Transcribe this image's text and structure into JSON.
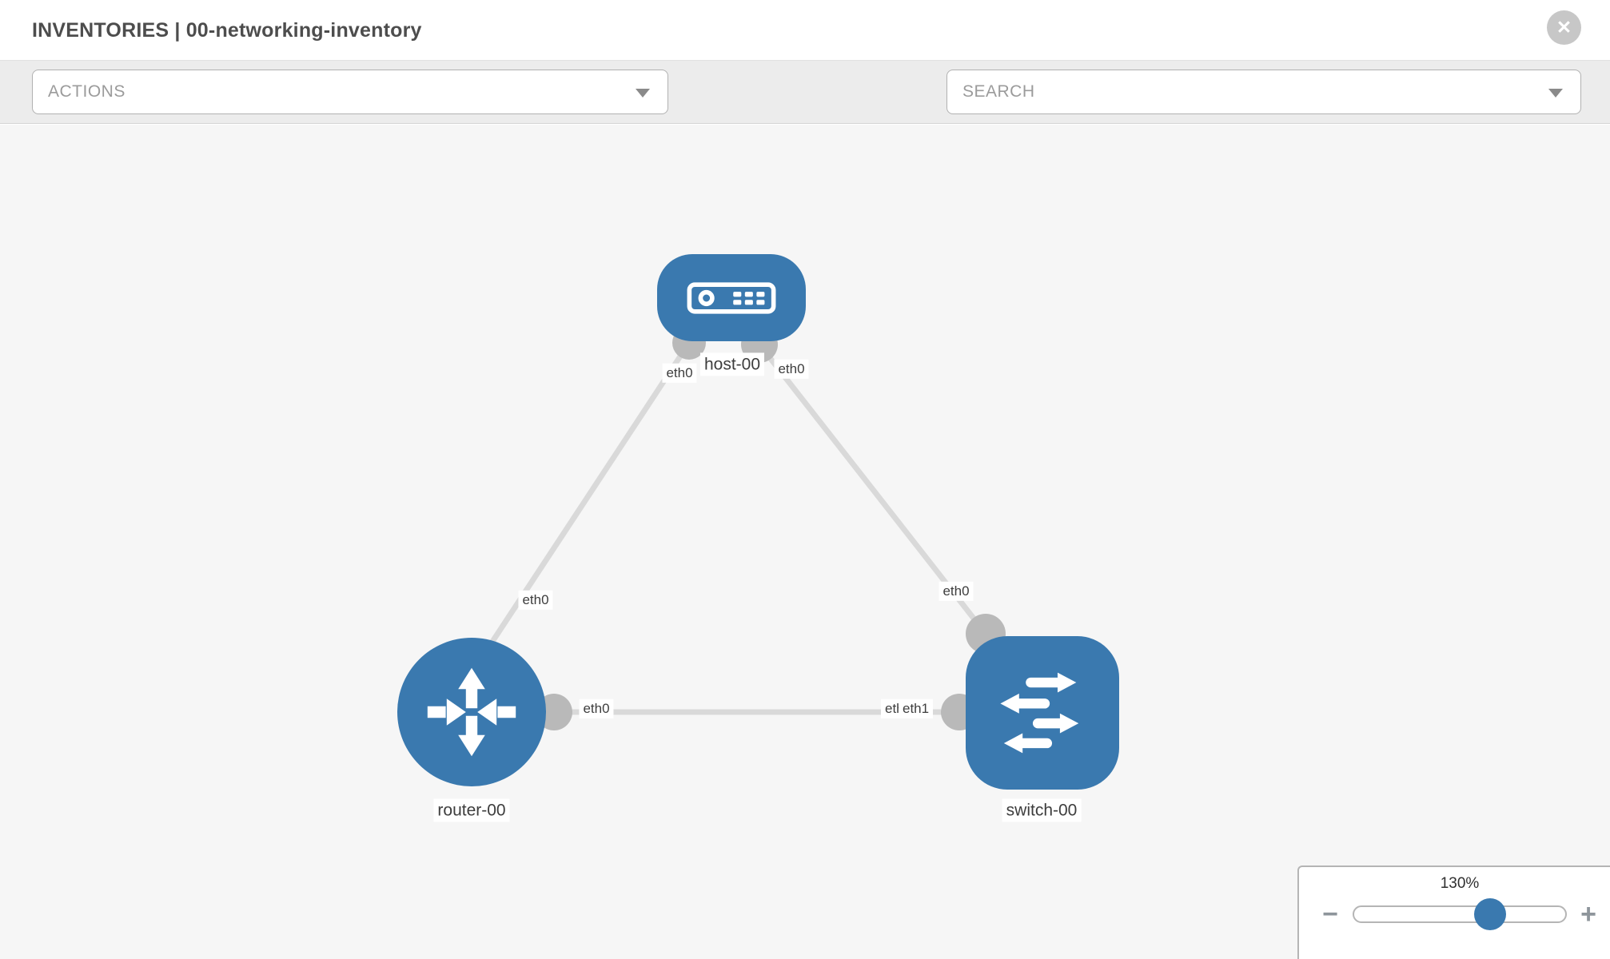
{
  "header": {
    "title": "INVENTORIES | 00-networking-inventory",
    "close_label": "✕"
  },
  "toolbar": {
    "actions_label": "ACTIONS",
    "search_placeholder": "SEARCH",
    "wrench_icon": "wrench-icon",
    "key_icon": "key-icon"
  },
  "diagram": {
    "nodes": [
      {
        "label": "host-00",
        "type": "host"
      },
      {
        "label": "router-00",
        "type": "router"
      },
      {
        "label": "switch-00",
        "type": "switch"
      }
    ],
    "links": [
      {
        "from": "host-00",
        "from_if": "eth0",
        "to": "router-00",
        "to_if": "eth0"
      },
      {
        "from": "host-00",
        "from_if": "eth0",
        "to": "switch-00",
        "to_if": "eth0"
      },
      {
        "from": "router-00",
        "from_if": "eth0",
        "to": "switch-00",
        "to_if": "eth1"
      }
    ],
    "interface_labels": [
      "eth0",
      "eth0",
      "eth0",
      "eth0",
      "eth0",
      "eth0",
      "eth1"
    ],
    "colors": {
      "node_blue": "#3a79af",
      "link_gray": "#d9d9d9",
      "dot_gray": "#b9b9b9",
      "canvas_bg": "#f6f6f6"
    }
  },
  "zoom_control": {
    "level": "130%",
    "minus_label": "−",
    "plus_label": "+"
  }
}
